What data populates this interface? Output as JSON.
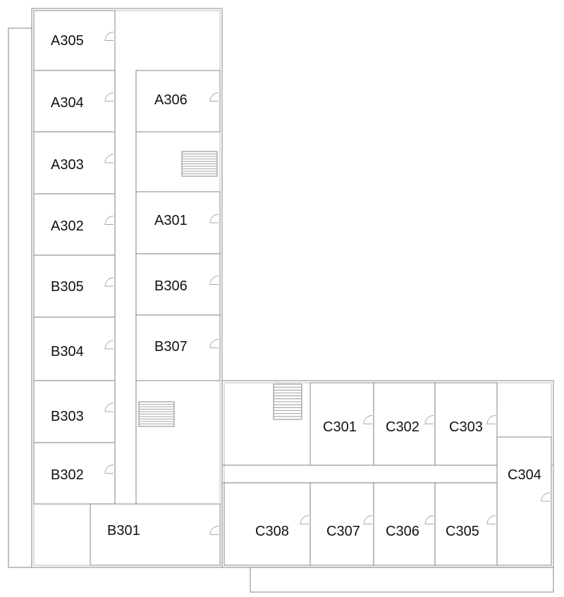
{
  "rooms": [
    {
      "id": "A305",
      "label": "A305"
    },
    {
      "id": "A304",
      "label": "A304"
    },
    {
      "id": "A303",
      "label": "A303"
    },
    {
      "id": "A302",
      "label": "A302"
    },
    {
      "id": "B305",
      "label": "B305"
    },
    {
      "id": "B304",
      "label": "B304"
    },
    {
      "id": "B303",
      "label": "B303"
    },
    {
      "id": "B302",
      "label": "B302"
    },
    {
      "id": "B301",
      "label": "B301"
    },
    {
      "id": "A306",
      "label": "A306"
    },
    {
      "id": "A301",
      "label": "A301"
    },
    {
      "id": "B306",
      "label": "B306"
    },
    {
      "id": "B307",
      "label": "B307"
    },
    {
      "id": "C301",
      "label": "C301"
    },
    {
      "id": "C302",
      "label": "C302"
    },
    {
      "id": "C303",
      "label": "C303"
    },
    {
      "id": "C304",
      "label": "C304"
    },
    {
      "id": "C308",
      "label": "C308"
    },
    {
      "id": "C307",
      "label": "C307"
    },
    {
      "id": "C306",
      "label": "C306"
    },
    {
      "id": "C305",
      "label": "C305"
    }
  ]
}
